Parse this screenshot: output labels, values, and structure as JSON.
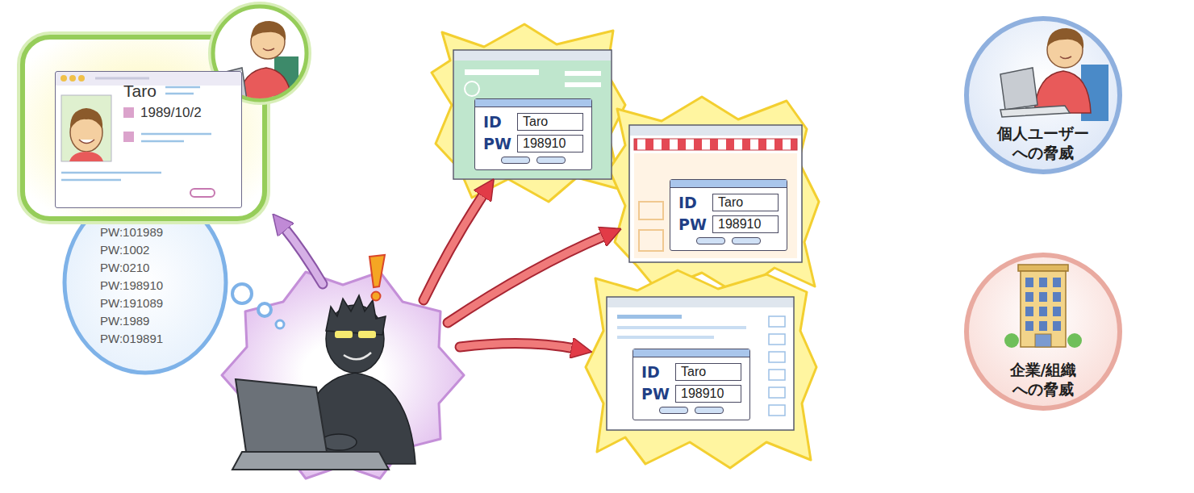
{
  "diagram": {
    "nodes": [
      {
        "text": [
          "Taro",
          "1989/10/2"
        ]
      },
      {
        "text": [
          "PW:101989",
          "PW:1002",
          "PW:0210",
          "PW:198910",
          "PW:191089",
          "PW:1989",
          "PW:019891"
        ]
      },
      {
        "text": [
          "ID",
          "Taro",
          "PW",
          "198910"
        ]
      },
      {
        "text": [
          "ID",
          "Taro",
          "PW",
          "198910"
        ]
      },
      {
        "text": [
          "ID",
          "Taro",
          "PW",
          "198910"
        ]
      },
      {
        "text": [
          "個人ユーザー への脅威"
        ]
      },
      {
        "text": [
          "企業/組織 への脅威"
        ]
      }
    ]
  }
}
